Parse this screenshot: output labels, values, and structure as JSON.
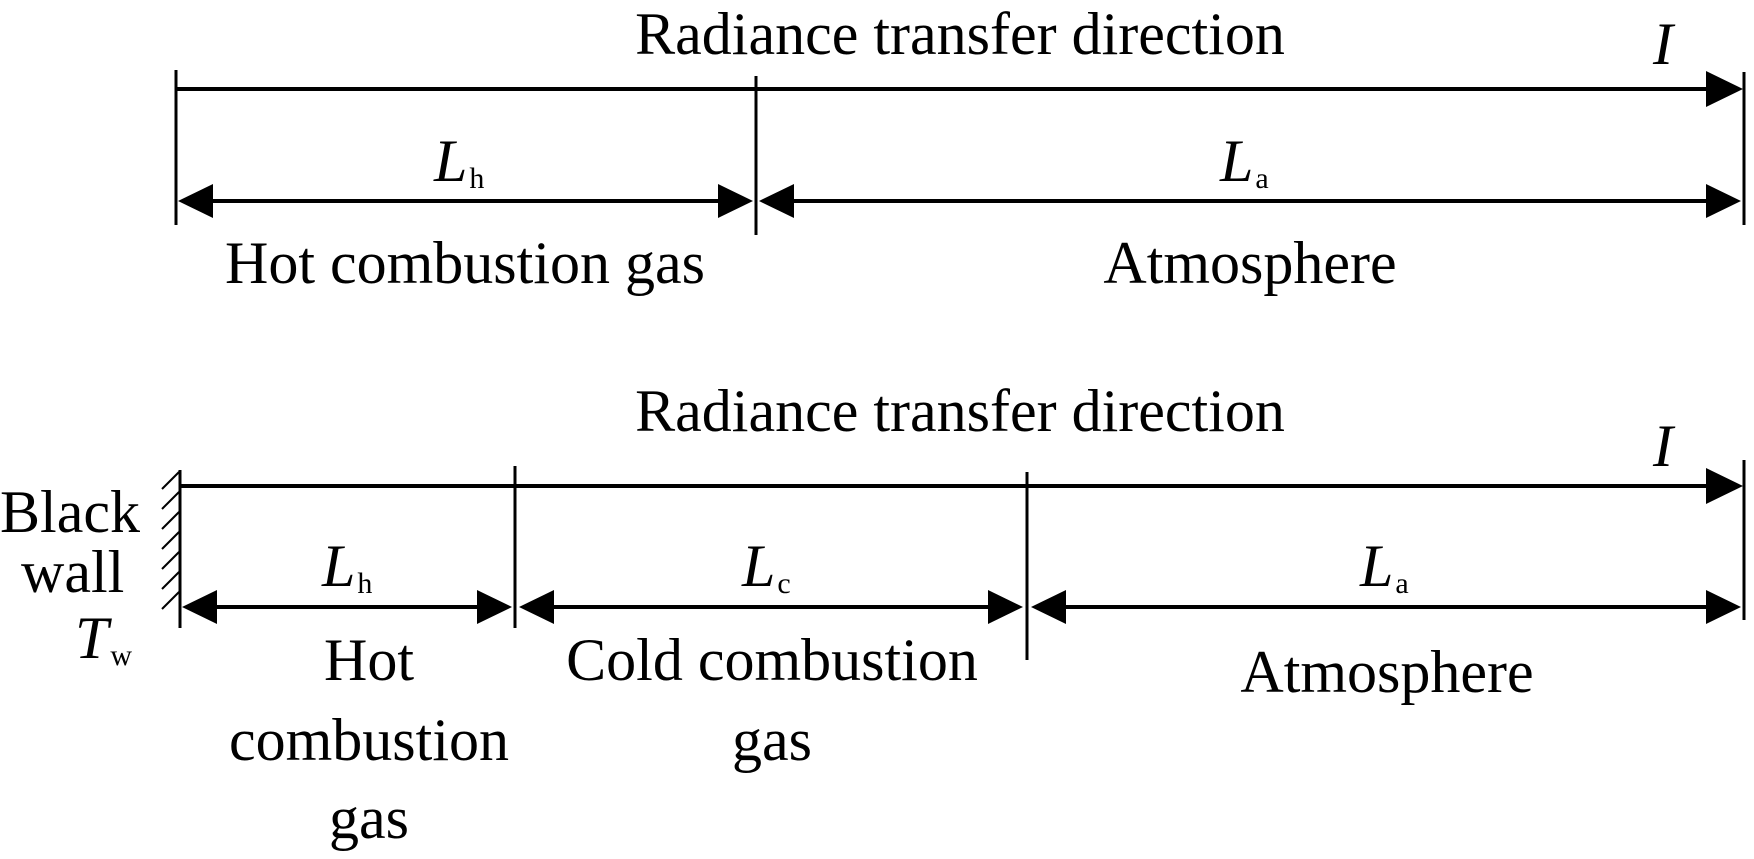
{
  "top_diagram": {
    "direction_label": "Radiance transfer direction",
    "intensity_symbol": "I",
    "segments": [
      {
        "symbol": "L",
        "subscript": "h",
        "region": "Hot combustion gas"
      },
      {
        "symbol": "L",
        "subscript": "a",
        "region": "Atmosphere"
      }
    ]
  },
  "bottom_diagram": {
    "direction_label": "Radiance transfer direction",
    "intensity_symbol": "I",
    "wall": {
      "line1": "Black",
      "line2": "wall",
      "temp_symbol": "T",
      "temp_subscript": "w"
    },
    "segments": [
      {
        "symbol": "L",
        "subscript": "h",
        "region_lines": [
          "Hot",
          "combustion",
          "gas"
        ]
      },
      {
        "symbol": "L",
        "subscript": "c",
        "region_lines": [
          "Cold combustion",
          "gas"
        ]
      },
      {
        "symbol": "L",
        "subscript": "a",
        "region_lines": [
          "Atmosphere"
        ]
      }
    ]
  }
}
